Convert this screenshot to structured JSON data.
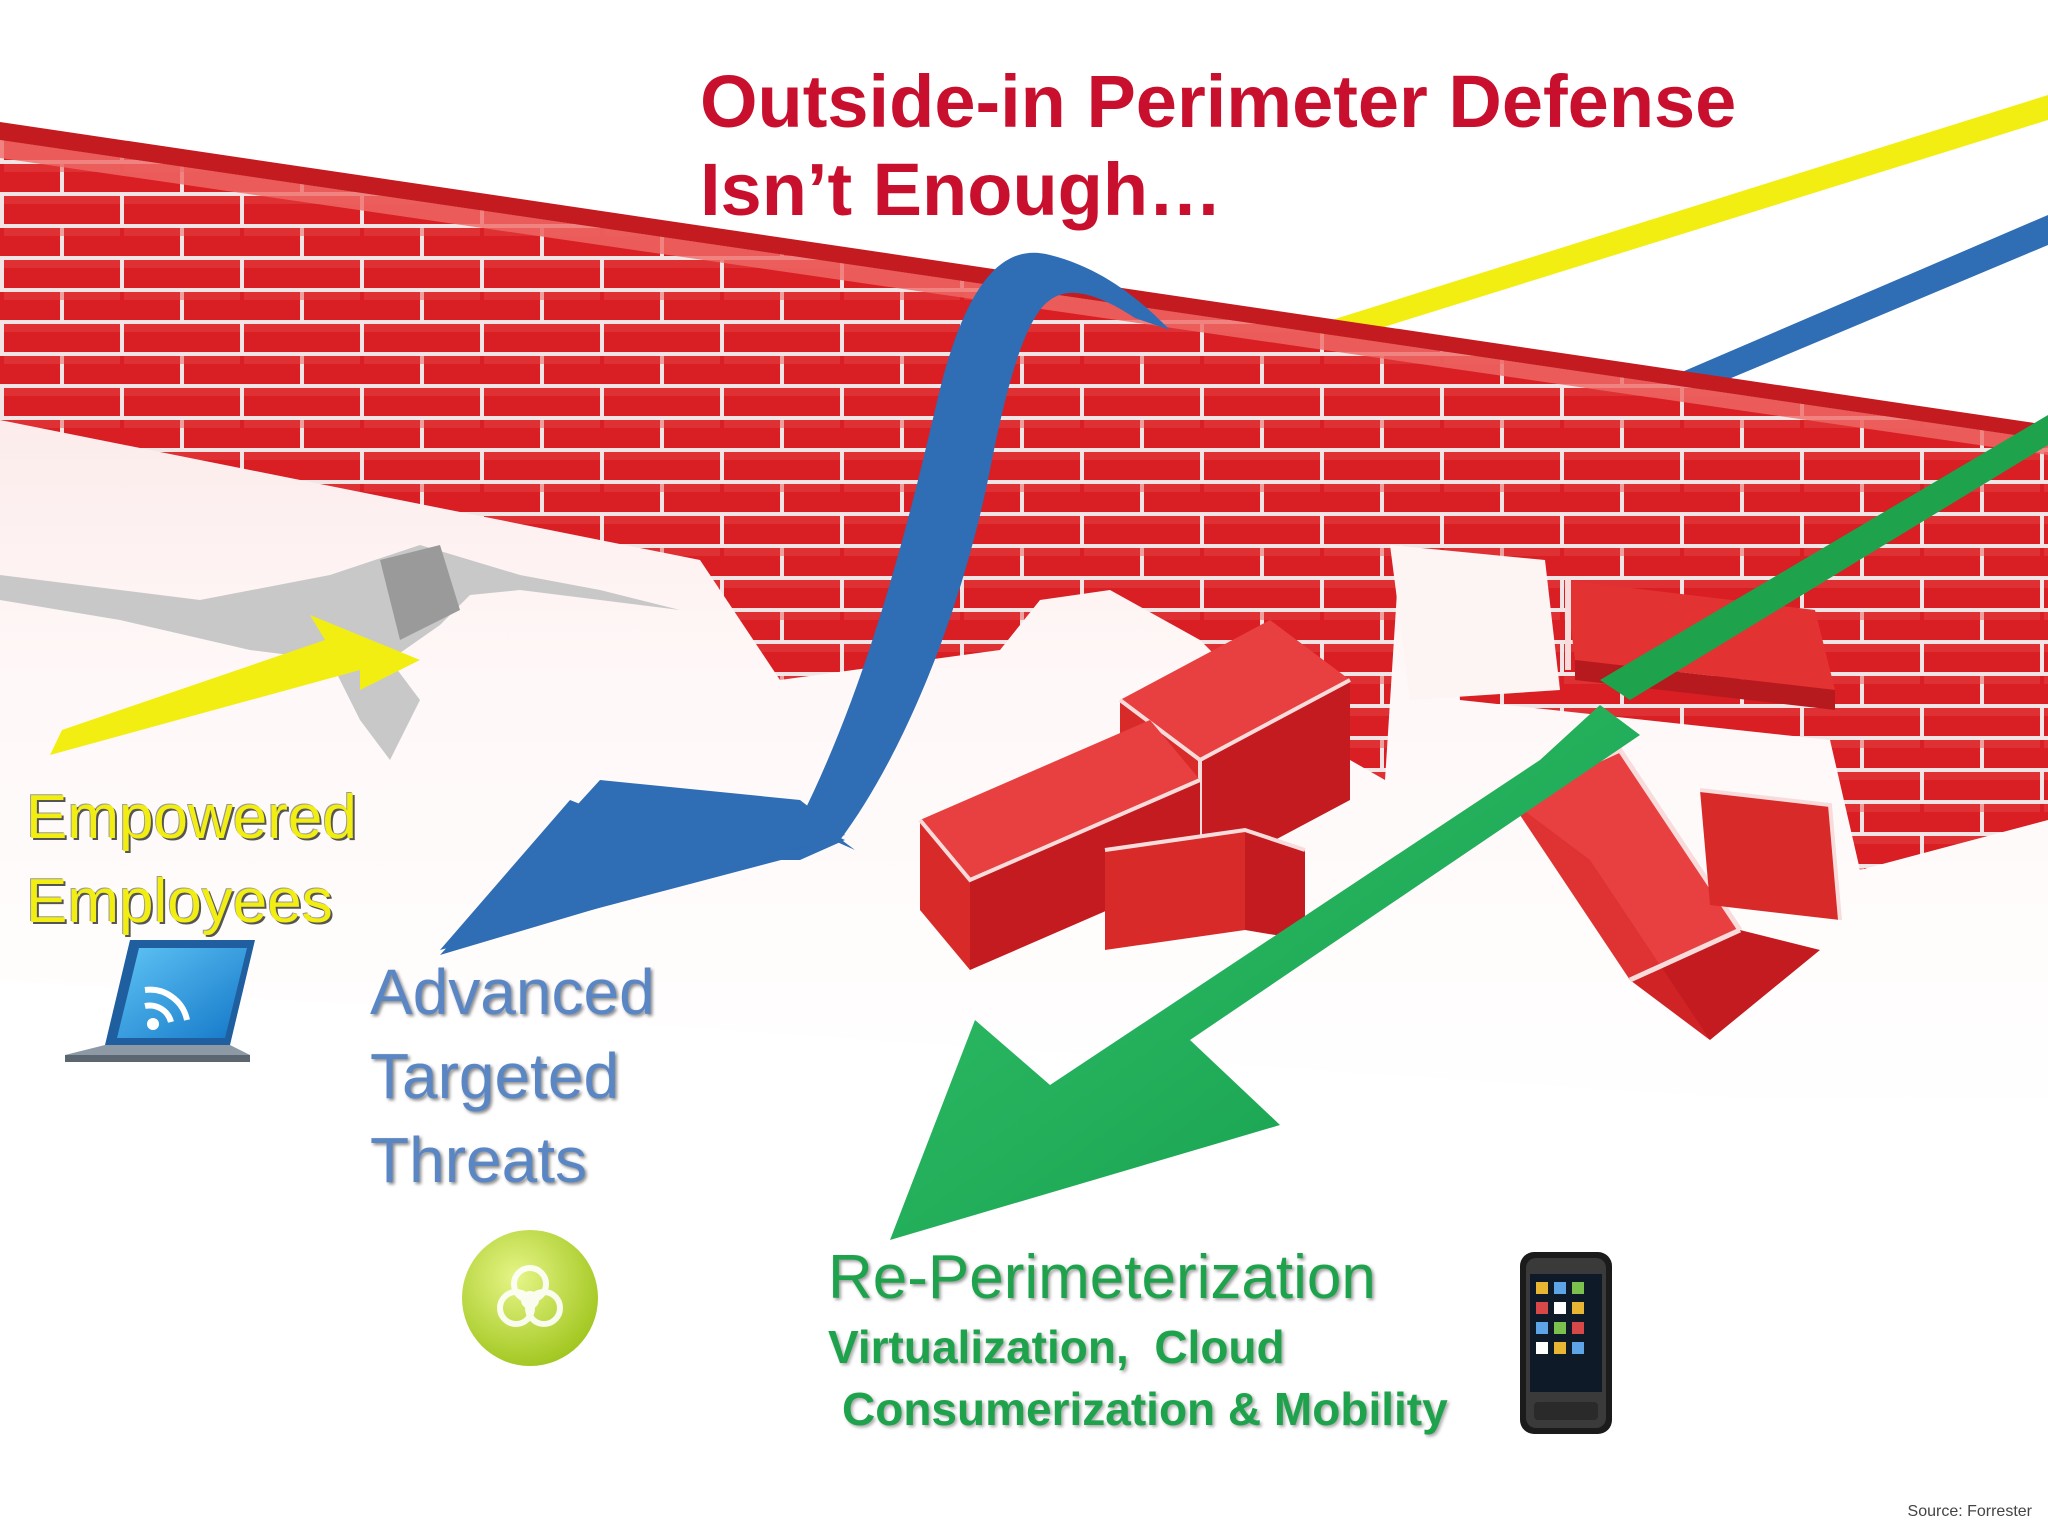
{
  "title": {
    "line1": "Outside-in Perimeter Defense",
    "line2": "Isn’t Enough…"
  },
  "labels": {
    "empowered": [
      "Empowered",
      "Employees"
    ],
    "advanced": [
      "Advanced",
      "Targeted",
      "Threats"
    ],
    "reperim": "Re-Perimeterization",
    "virtualization": "Virtualization,  Cloud",
    "consumerization": "Consumerization & Mobility"
  },
  "source": "Source: Forrester",
  "icons": [
    "laptop-wifi-icon",
    "biohazard-icon",
    "smartphone-icon"
  ],
  "colors": {
    "title": "#c8102e",
    "brick": "#d91e24",
    "mortar": "#f3e5e5",
    "yellow": "#f2ee12",
    "blue": "#2f6db5",
    "green": "#1ea34c"
  }
}
